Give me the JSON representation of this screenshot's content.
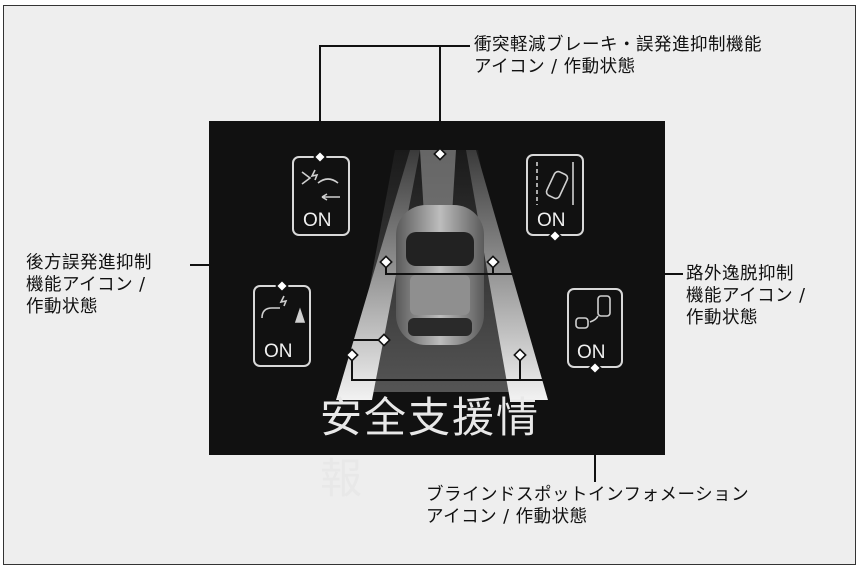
{
  "display": {
    "title": "安全支援情報",
    "icons": [
      {
        "name": "collision-mitigation-brake-icon",
        "status": "ON"
      },
      {
        "name": "lane-departure-icon",
        "status": "ON"
      },
      {
        "name": "rear-false-start-icon",
        "status": "ON"
      },
      {
        "name": "blind-spot-icon",
        "status": "ON"
      }
    ]
  },
  "callouts": {
    "collision": {
      "line1": "衝突軽減ブレーキ・誤発進抑制機能",
      "line2": "アイコン / 作動状態"
    },
    "rear": {
      "line1": "後方誤発進抑制",
      "line2": "機能アイコン /",
      "line3": "作動状態"
    },
    "lane": {
      "line1": "路外逸脱抑制",
      "line2": "機能アイコン /",
      "line3": "作動状態"
    },
    "blindspot": {
      "line1": "ブラインドスポットインフォメーション",
      "line2": "アイコン / 作動状態"
    }
  },
  "colors": {
    "background": "#eeeeee",
    "display": "#111111",
    "icon_border": "#d8d8d8",
    "lane_stripe": "#e6e6e6"
  }
}
